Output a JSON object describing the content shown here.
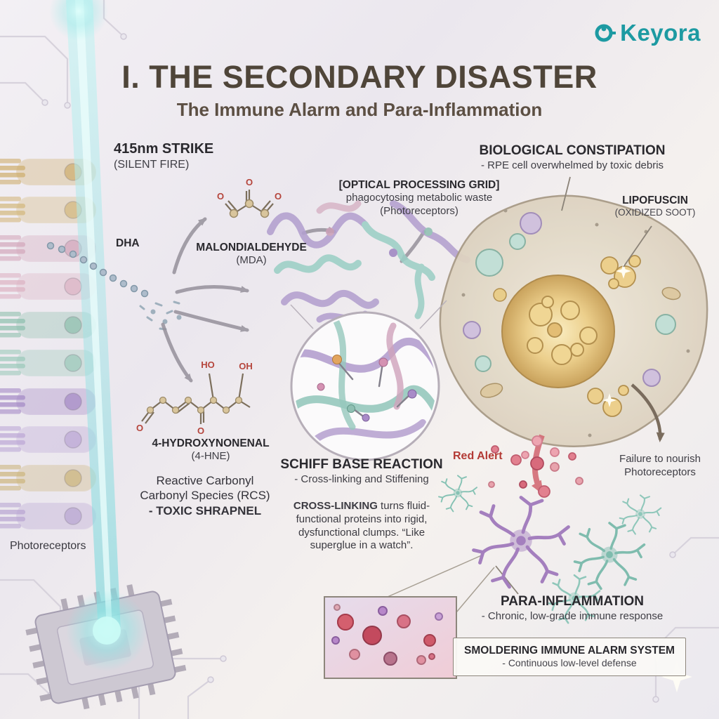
{
  "brand": {
    "name": "Keyora"
  },
  "header": {
    "title": "I. THE SECONDARY DISASTER",
    "subtitle": "The Immune Alarm and Para-Inflammation"
  },
  "annotations": {
    "strike": {
      "title": "415nm STRIKE",
      "subtitle": "(SILENT FIRE)"
    },
    "dha": {
      "label": "DHA"
    },
    "mda": {
      "title": "MALONDIALDEHYDE",
      "subtitle": "(MDA)"
    },
    "optical_grid": {
      "title": "[OPTICAL PROCESSING GRID]",
      "line2": "phagocytosing metabolic waste",
      "line3": "(Photoreceptors)"
    },
    "biological_constipation": {
      "title": "BIOLOGICAL CONSTIPATION",
      "subtitle": "- RPE cell overwhelmed by toxic debris"
    },
    "lipofuscin": {
      "title": "LIPOFUSCIN",
      "subtitle": "(OXIDIZED SOOT)"
    },
    "hne": {
      "title": "4-HYDROXYNONENAL",
      "subtitle": "(4-HNE)"
    },
    "rcs": {
      "line1": "Reactive Carbonyl",
      "line2": "Carbonyl Species (RCS)",
      "line3": "- TOXIC SHRAPNEL"
    },
    "schiff": {
      "title": "SCHIFF BASE REACTION",
      "subtitle": "- Cross-linking and Stiffening"
    },
    "crosslinking": {
      "lead": "CROSS-LINKING",
      "body": " turns fluid-functional proteins into rigid, dysfunctional clumps. “Like superglue in a watch”."
    },
    "red_alert": {
      "label": "Red Alert"
    },
    "failure": {
      "line1": "Failure to nourish",
      "line2": "Photoreceptors"
    },
    "photoreceptors": {
      "label": "Photoreceptors"
    },
    "para_inflammation": {
      "title": "PARA-INFLAMMATION",
      "subtitle": "- Chronic, low-grade immune response"
    },
    "smoldering": {
      "title": "SMOLDERING IMMUNE ALARM SYSTEM",
      "subtitle": "- Continuous low-level defense"
    }
  },
  "chem": {
    "o": "O",
    "ho": "HO",
    "oh": "OH"
  },
  "colors": {
    "brand_teal": "#1d9aa2",
    "title_brown": "#4f4539",
    "alert_red": "#b33a35",
    "beam_teal": "#8fe0e4",
    "lipofuscin_gold": "#eccf8c"
  }
}
